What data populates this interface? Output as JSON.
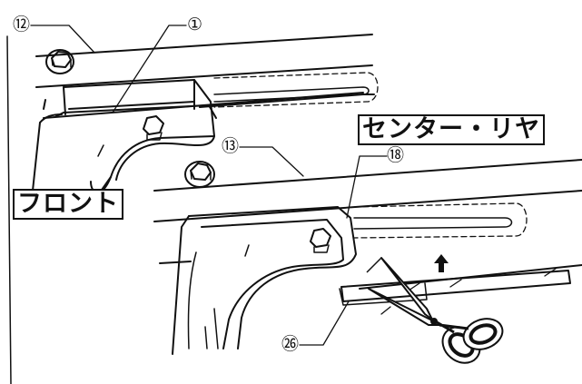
{
  "callouts": {
    "part_12": "⑫",
    "part_1": "①",
    "part_13": "⑬",
    "part_18": "⑱",
    "part_26": "㉖"
  },
  "labels": {
    "front": "フロント",
    "center_rear": "センター・リヤ"
  },
  "colors": {
    "line": "#111111",
    "background": "#ffffff"
  },
  "icons": [
    "bolt-icon",
    "scissors-icon",
    "arrow-up-icon"
  ]
}
